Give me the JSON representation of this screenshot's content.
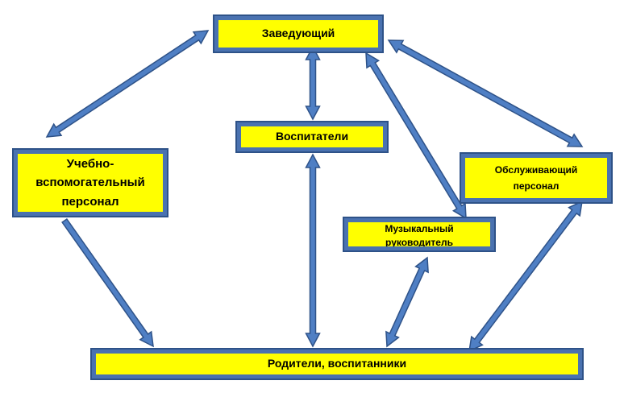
{
  "nodes": {
    "head": "Заведующий",
    "teachers": "Воспитатели",
    "edu_line1": "Учебно-",
    "edu_line2": "вспомогательный",
    "edu_line3": "персонал",
    "service_line1": "Обслуживающий",
    "service_line2": "персонал",
    "music_line1": "Музыкальный",
    "music_line2": "руководитель",
    "parents": "Родители, воспитанники"
  },
  "colors": {
    "box_fill": "#ffff00",
    "frame": "#4a72b0",
    "frame_border": "#2e5288",
    "arrow_fill": "#4f7fc4",
    "arrow_stroke": "#2e5288"
  },
  "connections": [
    {
      "from": "head",
      "to": "edu",
      "direction": "both"
    },
    {
      "from": "head",
      "to": "teachers",
      "direction": "both"
    },
    {
      "from": "head",
      "to": "music",
      "direction": "both"
    },
    {
      "from": "head",
      "to": "service",
      "direction": "both"
    },
    {
      "from": "teachers",
      "to": "parents",
      "direction": "both"
    },
    {
      "from": "edu",
      "to": "parents",
      "direction": "forward"
    },
    {
      "from": "music",
      "to": "parents",
      "direction": "both"
    },
    {
      "from": "service",
      "to": "parents",
      "direction": "both"
    }
  ]
}
